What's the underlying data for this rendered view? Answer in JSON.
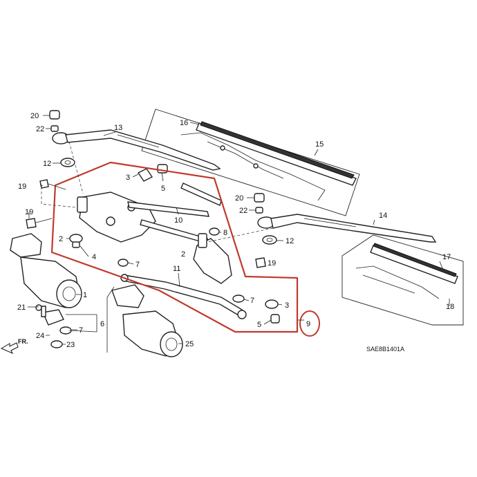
{
  "callouts": {
    "c1": "1",
    "c2a": "2",
    "c2b": "2",
    "c3a": "3",
    "c3b": "3",
    "c4": "4",
    "c5a": "5",
    "c5b": "5",
    "c6": "6",
    "c7a": "7",
    "c7b": "7",
    "c7c": "7",
    "c8": "8",
    "c9": "9",
    "c10": "10",
    "c11": "11",
    "c12a": "12",
    "c12b": "12",
    "c13": "13",
    "c14": "14",
    "c15": "15",
    "c16": "16",
    "c17": "17",
    "c18": "18",
    "c19a": "19",
    "c19b": "19",
    "c19c": "19",
    "c20a": "20",
    "c20b": "20",
    "c21": "21",
    "c22a": "22",
    "c22b": "22",
    "c23": "23",
    "c24": "24",
    "c25": "25"
  },
  "labels": {
    "front_arrow": "FR.",
    "diagram_code": "SAE8B1401A"
  },
  "colors": {
    "highlight": "#c0392b",
    "line": "#222222"
  }
}
